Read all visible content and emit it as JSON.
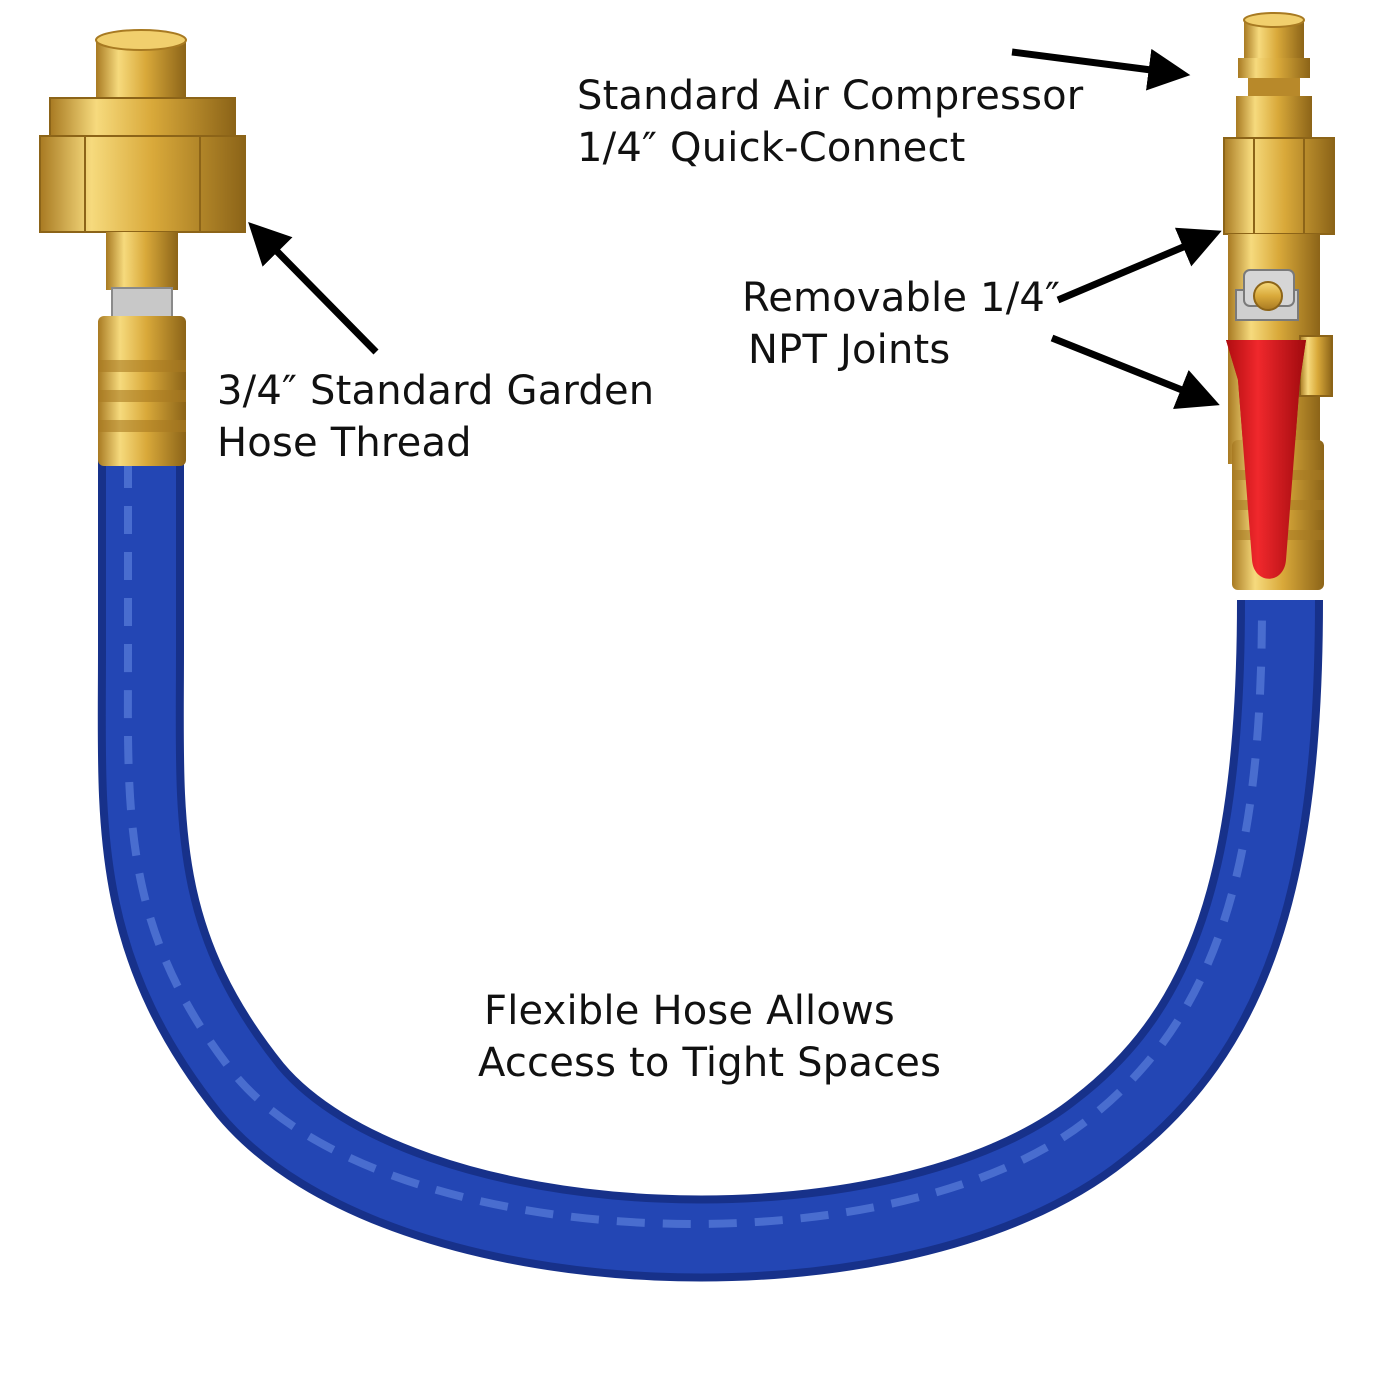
{
  "colors": {
    "hose": "#1f3fa8",
    "hose_highlight": "#5e84e0",
    "brass": "#d9a93a",
    "brass_light": "#f6da7d",
    "brass_dark": "#a87a22",
    "valve_handle": "#e0141a",
    "arrow": "#000000",
    "text": "#111111",
    "background": "#ffffff"
  },
  "callouts": {
    "quick_connect": {
      "line1": "Standard Air Compressor",
      "line2": "1/4″  Quick-Connect"
    },
    "npt_joints": {
      "line1": "Removable 1/4″",
      "line2": "NPT Joints"
    },
    "garden_thread": {
      "line1": "3/4″  Standard Garden",
      "line2": "Hose Thread"
    },
    "flexible_hose": {
      "line1": "Flexible Hose Allows",
      "line2": "Access to Tight Spaces"
    }
  }
}
